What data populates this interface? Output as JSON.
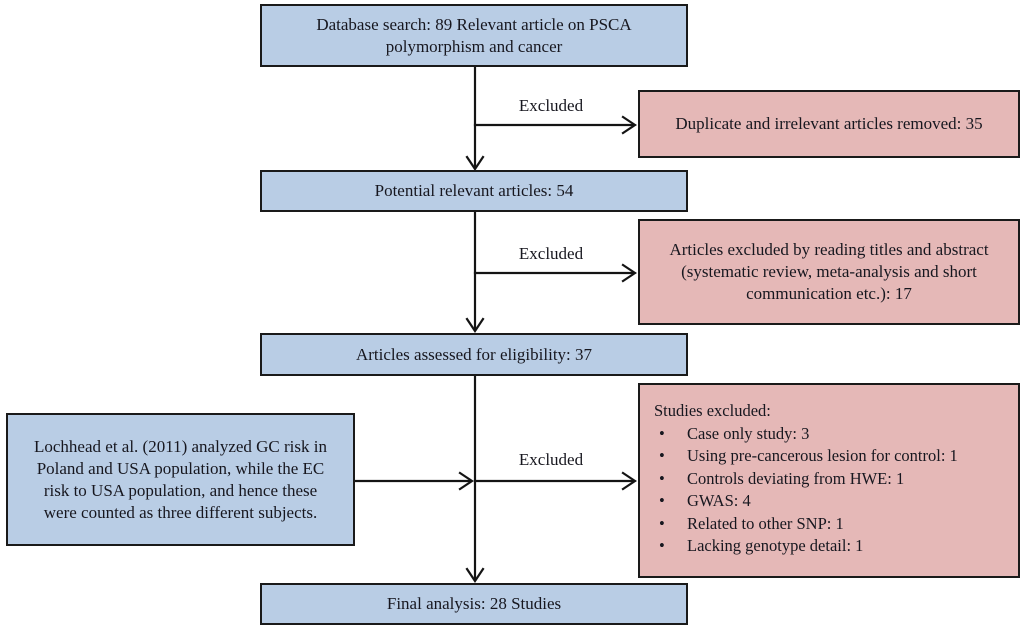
{
  "diagram": {
    "database_box": {
      "lines": [
        "Database search: 89 Relevant article  on PSCA",
        "polymorphism and cancer"
      ]
    },
    "excluded_label_1": "Excluded",
    "excluded_label_2": "Excluded",
    "excluded_label_3": "Excluded",
    "duplicates_box": {
      "text": "Duplicate and irrelevant  articles  removed: 35"
    },
    "potential_box": {
      "text": "Potential relevant  articles:  54"
    },
    "titles_abstract_box": {
      "lines": [
        "Articles  excluded by reading titles and  abstract",
        "(systematic review, meta-analysis and short",
        "communication etc.):  17"
      ]
    },
    "eligibility_box": {
      "text": "Articles  assessed for eligibility:  37"
    },
    "note_box": {
      "lines": [
        "Lochhead et al. (2011)  analyzed GC risk in",
        "Poland and USA population,  while  the EC",
        "risk  to USA population, and hence these",
        "were counted as three different  subjects."
      ]
    },
    "studies_excluded_box": {
      "title": "Studies  excluded:",
      "bullet_glyph": "•",
      "items": [
        "Case only study: 3",
        "Using  pre-cancerous lesion for control:  1",
        "Controls deviating  from HWE: 1",
        "GWAS: 4",
        "Related to other SNP: 1",
        "Lacking  genotype detail:  1"
      ]
    },
    "final_box": {
      "text": "Final analysis: 28 Studies"
    },
    "colors": {
      "process_fill": "#b9cde5",
      "exclusion_fill": "#e5b8b7",
      "border": "#1a1a1a",
      "arrow": "#141414",
      "text": "#17171f",
      "background": "#ffffff"
    }
  }
}
